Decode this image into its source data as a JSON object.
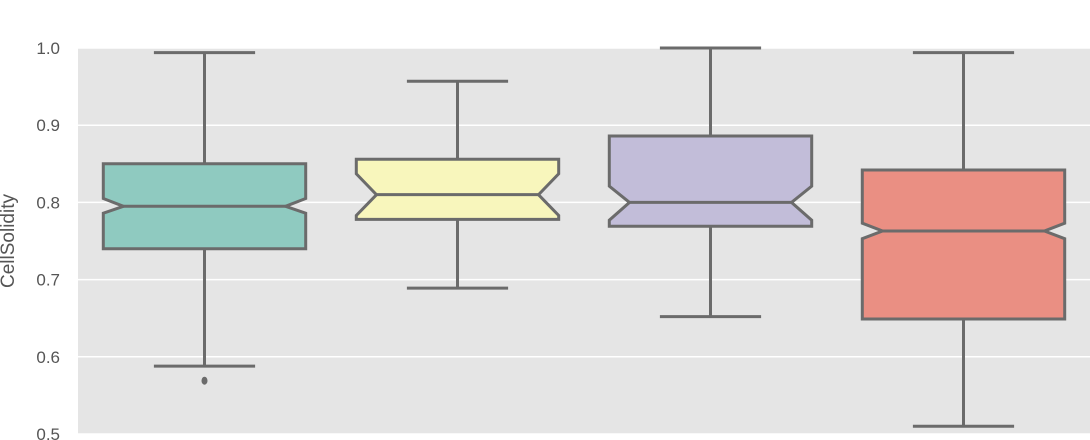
{
  "chart_data": {
    "type": "box",
    "notched": true,
    "ylabel": "CellSolidity",
    "ylim": [
      0.5,
      1.0
    ],
    "yticks": [
      "0.5",
      "0.6",
      "0.7",
      "0.8",
      "0.9",
      "1.0"
    ],
    "grid": true,
    "background": "#e5e5e5",
    "grid_color": "#ffffff",
    "edge_color": "#6b6b6b",
    "boxes": [
      {
        "color": "#8fcac0",
        "q1": 0.74,
        "median": 0.795,
        "q3": 0.85,
        "whislo": 0.588,
        "whishi": 0.994,
        "notch_lo": 0.786,
        "notch_hi": 0.805,
        "fliers": [
          0.569
        ]
      },
      {
        "color": "#f8f6bc",
        "q1": 0.778,
        "median": 0.81,
        "q3": 0.856,
        "whislo": 0.689,
        "whishi": 0.957,
        "notch_lo": 0.783,
        "notch_hi": 0.837,
        "fliers": []
      },
      {
        "color": "#c2bdd9",
        "q1": 0.769,
        "median": 0.8,
        "q3": 0.886,
        "whislo": 0.652,
        "whishi": 1.0,
        "notch_lo": 0.777,
        "notch_hi": 0.821,
        "fliers": []
      },
      {
        "color": "#ea8f83",
        "q1": 0.649,
        "median": 0.763,
        "q3": 0.842,
        "whislo": 0.51,
        "whishi": 0.994,
        "notch_lo": 0.753,
        "notch_hi": 0.773,
        "fliers": []
      }
    ]
  }
}
